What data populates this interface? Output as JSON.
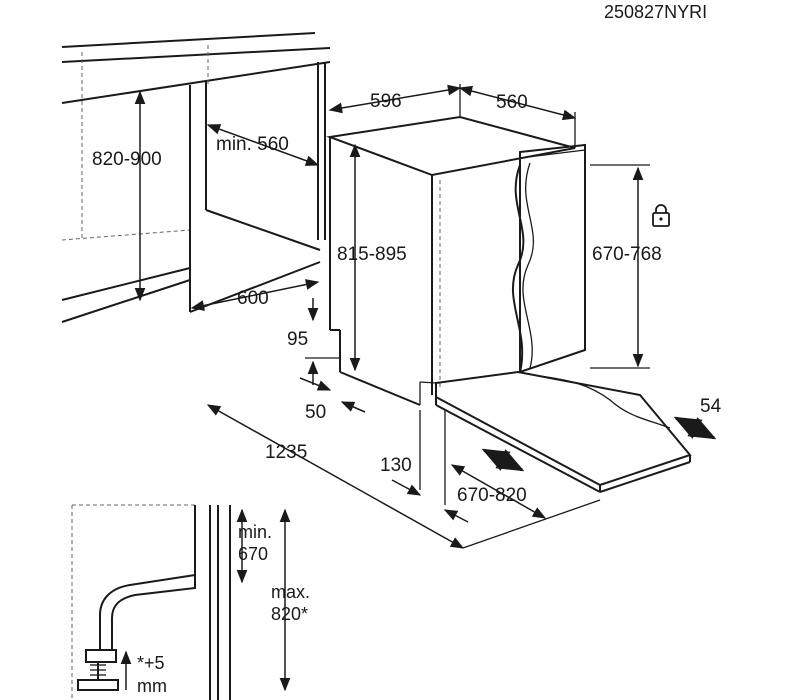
{
  "drawing_code": "250827NYRI",
  "dimensions": {
    "niche_height": "820-900",
    "niche_min_width": "min. 560",
    "niche_depth": "600",
    "appliance_width": "596",
    "appliance_depth": "560",
    "appliance_height": "815-895",
    "door_panel_height": "670-768",
    "plinth_height": "95",
    "plinth_depth": "50",
    "door_open_depth": "1235",
    "plinth_gap": "130",
    "door_panel_range": "670-820",
    "door_thickness": "54"
  },
  "detail": {
    "min_label": "min.",
    "min_value": "670",
    "max_label": "max.",
    "max_value": "820*",
    "adjust_value": "*+5",
    "adjust_unit": "mm"
  },
  "icons": {
    "lock": "lock-icon"
  }
}
